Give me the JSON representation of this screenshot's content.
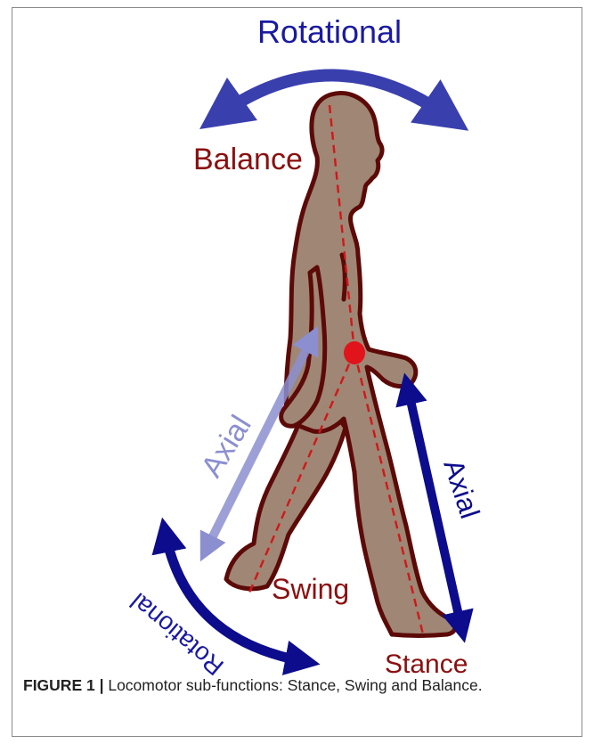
{
  "figure": {
    "labels": {
      "rotational_top": "Rotational",
      "balance": "Balance",
      "axial_left": "Axial",
      "axial_right": "Axial",
      "rotational_bottom": "Rotational",
      "swing": "Swing",
      "stance": "Stance"
    },
    "colors": {
      "arrow_blue": "#3a3fae",
      "arrow_dark_blue": "#0c0c8c",
      "arrow_light_blue": "#8b8fd0",
      "body_fill": "#a08675",
      "body_outline": "#5c0a08",
      "label_red": "#8b0f0f",
      "center_of_mass": "#e0141a",
      "dashed_line": "#d01818"
    }
  },
  "caption": {
    "label": "FIGURE 1",
    "separator": " | ",
    "text": "Locomotor sub-functions: Stance, Swing and Balance."
  }
}
